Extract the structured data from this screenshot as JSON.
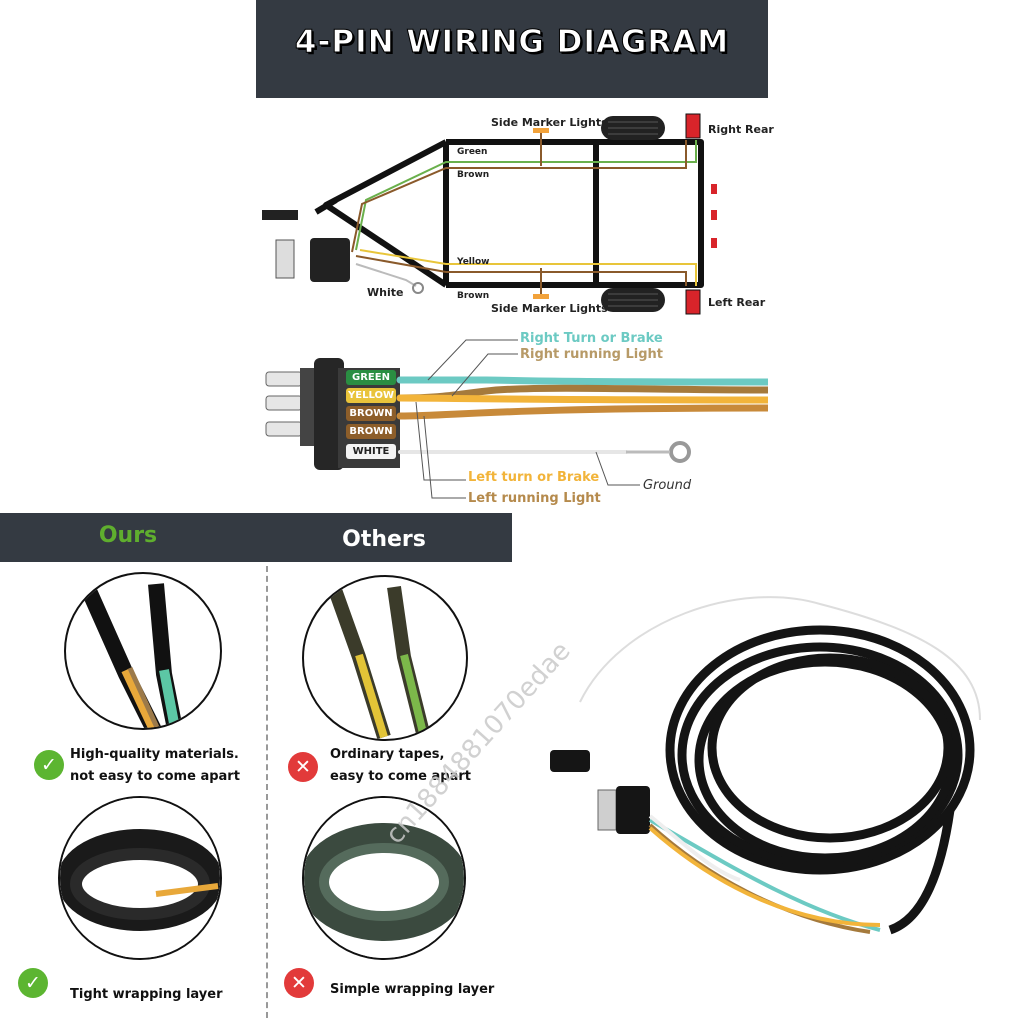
{
  "diagram": {
    "title": "4-PIN WIRING DIAGRAM",
    "trailer_labels": {
      "side_marker_top": "Side Marker Lights",
      "side_marker_bottom": "Side Marker Lights",
      "right_rear": "Right Rear",
      "left_rear": "Left Rear",
      "green": "Green",
      "brown_top": "Brown",
      "yellow": "Yellow",
      "brown_bottom": "Brown",
      "white": "White"
    },
    "connector_pins": [
      "GREEN",
      "YELLOW",
      "BROWN",
      "BROWN",
      "WHITE"
    ],
    "wire_functions": {
      "right_turn": "Right Turn or Brake",
      "right_running": "Right running Light",
      "left_turn": "Left turn or Brake",
      "left_running": "Left running Light",
      "ground": "Ground"
    },
    "colors": {
      "green": "#6ccac3",
      "yellow": "#f2b43a",
      "brown": "#a57a3c",
      "white": "#eeeeee",
      "red": "#d8242a"
    }
  },
  "comparison": {
    "ours_label": "Ours",
    "others_label": "Others",
    "ours_feature_1_line1": "High-quality materials.",
    "ours_feature_1_line2": "not easy to come apart",
    "others_feature_1_line1": "Ordinary tapes,",
    "others_feature_1_line2": "easy to come apart",
    "ours_feature_2": "Tight wrapping layer",
    "others_feature_2": "Simple wrapping layer",
    "ok_icon": "check-icon",
    "no_icon": "cross-icon"
  },
  "product": {
    "watermark": "cn1884881070edae"
  }
}
